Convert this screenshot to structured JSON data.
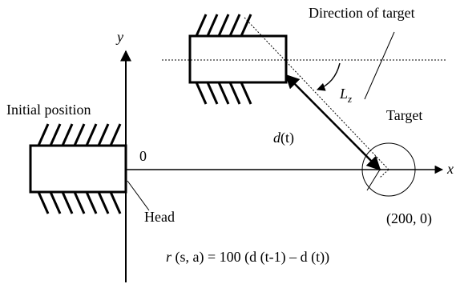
{
  "labels": {
    "direction_of_target": "Direction of target",
    "y_axis": "y",
    "x_axis": "x",
    "origin": "0",
    "initial_position": "Initial position",
    "target": "Target",
    "angle_symbol": "L",
    "angle_subscript": "z",
    "distance_symbol": "d",
    "distance_argument": "(t)",
    "head": "Head",
    "target_coordinates": "(200, 0)",
    "reward_formula": {
      "r": "r",
      "args": " (s, a) = 100 (d (t-1) – d (t))"
    }
  }
}
